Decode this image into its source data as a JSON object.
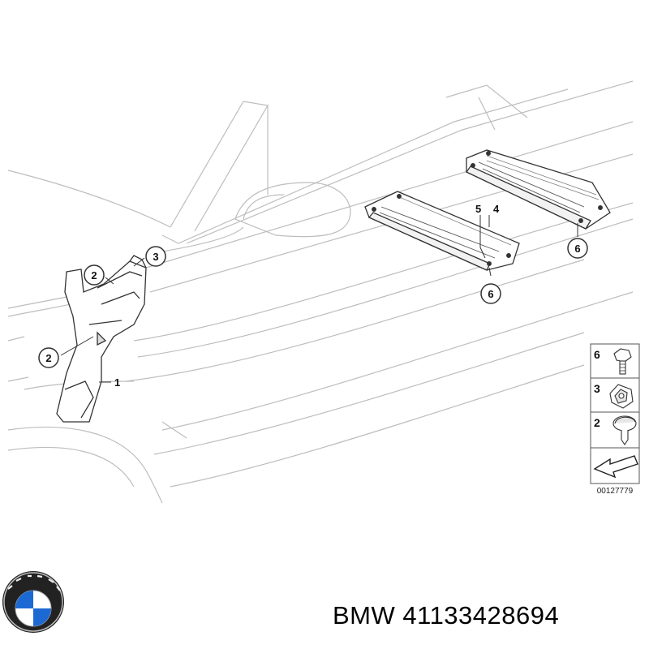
{
  "callouts": {
    "c1": "1",
    "c2a": "2",
    "c2b": "2",
    "c3": "3",
    "c4": "4",
    "c5": "5",
    "c6a": "6",
    "c6b": "6"
  },
  "legend": {
    "items": [
      {
        "number": "6",
        "icon": "bolt-icon"
      },
      {
        "number": "3",
        "icon": "clip-nut-icon"
      },
      {
        "number": "2",
        "icon": "expanding-rivet-icon"
      }
    ],
    "reference": "00127779"
  },
  "logo": {
    "brand": "BMW",
    "icon": "bmw-roundel-logo"
  },
  "caption": {
    "brand": "BMW",
    "part_number": "41133428694"
  },
  "colors": {
    "outline": "#b8b8b8",
    "part": "#333333",
    "roundel_blue": "#1c69d4"
  }
}
